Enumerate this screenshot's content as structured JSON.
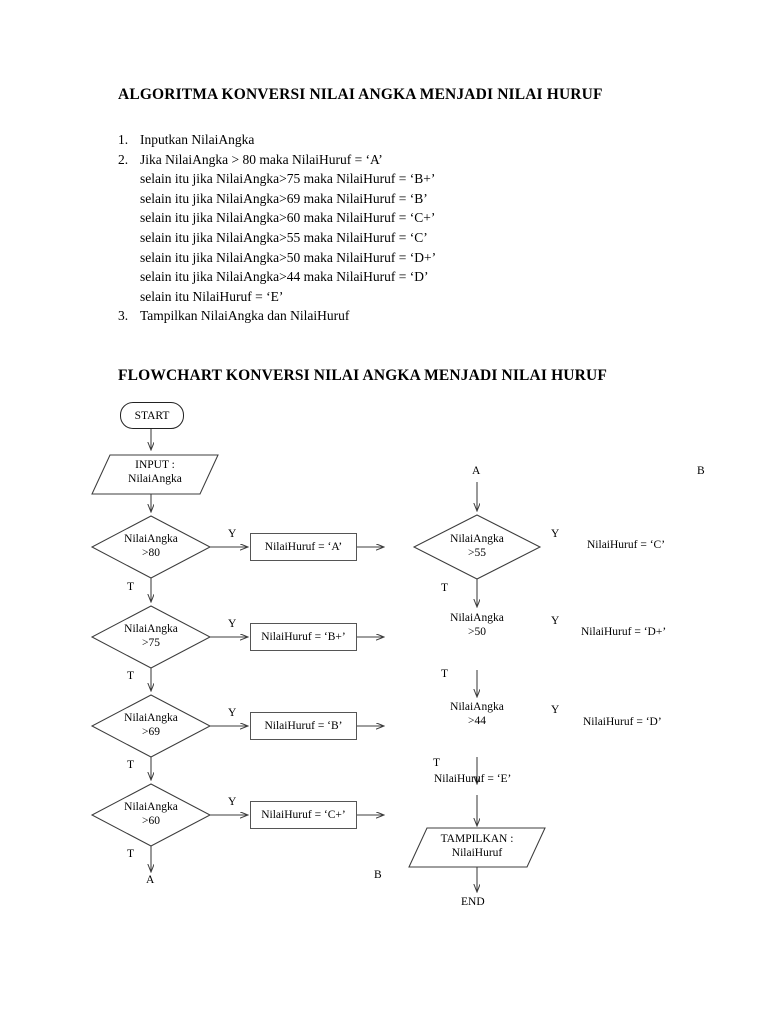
{
  "document": {
    "title": "ALGORITMA KONVERSI NILAI ANGKA MENJADI NILAI HURUF",
    "flowchart_title": "FLOWCHART KONVERSI NILAI ANGKA MENJADI NILAI HURUF"
  },
  "algorithm": {
    "steps": [
      {
        "num": "1.",
        "text": "Inputkan NilaiAngka",
        "indent": false
      },
      {
        "num": "2.",
        "text": "Jika NilaiAngka > 80 maka NilaiHuruf = ‘A’",
        "indent": false
      },
      {
        "num": "",
        "text": "selain itu jika NilaiAngka>75 maka NilaiHuruf = ‘B+’",
        "indent": true
      },
      {
        "num": "",
        "text": "selain itu jika NilaiAngka>69 maka NilaiHuruf = ‘B’",
        "indent": true
      },
      {
        "num": "",
        "text": "selain itu jika NilaiAngka>60 maka NilaiHuruf = ‘C+’",
        "indent": true
      },
      {
        "num": "",
        "text": "selain itu jika NilaiAngka>55 maka NilaiHuruf = ‘C’",
        "indent": true
      },
      {
        "num": "",
        "text": "selain itu jika NilaiAngka>50 maka NilaiHuruf = ‘D+’",
        "indent": true
      },
      {
        "num": "",
        "text": "selain itu jika NilaiAngka>44 maka NilaiHuruf = ‘D’",
        "indent": true
      },
      {
        "num": "",
        "text": "selain itu NilaiHuruf = ‘E’",
        "indent": true
      },
      {
        "num": "3.",
        "text": "Tampilkan NilaiAngka dan NilaiHuruf",
        "indent": false
      }
    ]
  },
  "flowchart": {
    "start_label": "START",
    "input_line1": "INPUT :",
    "input_line2": "NilaiAngka",
    "output_line1": "TAMPILKAN :",
    "output_line2": "NilaiHuruf",
    "end_label": "END",
    "yes_label": "Y",
    "no_label": "T",
    "connector_a": "A",
    "connector_b": "B",
    "left_column": {
      "decisions": [
        {
          "var": "NilaiAngka",
          "cond": ">80",
          "result": "NilaiHuruf = ‘A’"
        },
        {
          "var": "NilaiAngka",
          "cond": ">75",
          "result": "NilaiHuruf = ‘B+’"
        },
        {
          "var": "NilaiAngka",
          "cond": ">69",
          "result": "NilaiHuruf = ‘B’"
        },
        {
          "var": "NilaiAngka",
          "cond": ">60",
          "result": "NilaiHuruf = ‘C+’"
        }
      ]
    },
    "right_column": {
      "decisions": [
        {
          "var": "NilaiAngka",
          "cond": ">55",
          "result": "NilaiHuruf = ‘C’"
        },
        {
          "var": "NilaiAngka",
          "cond": ">50",
          "result": "NilaiHuruf = ‘D+’"
        },
        {
          "var": "NilaiAngka",
          "cond": ">44",
          "result": "NilaiHuruf = ‘D’"
        }
      ],
      "else_result": "NilaiHuruf = ‘E’"
    }
  },
  "colors": {
    "page_background": "#ffffff",
    "text": "#000000",
    "line": "#3c3c3c",
    "box_border": "#555555"
  }
}
